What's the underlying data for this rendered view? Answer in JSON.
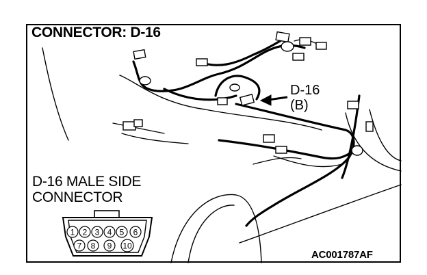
{
  "figure": {
    "title": "CONNECTOR: D-16",
    "callout": {
      "line1": "D-16",
      "line2": "(B)"
    },
    "connector_label": {
      "line1": "D-16 MALE SIDE",
      "line2": "CONNECTOR"
    },
    "figure_code": "AC001787AF",
    "pins": [
      "1",
      "2",
      "3",
      "4",
      "5",
      "6",
      "7",
      "8",
      "9",
      "10"
    ]
  }
}
